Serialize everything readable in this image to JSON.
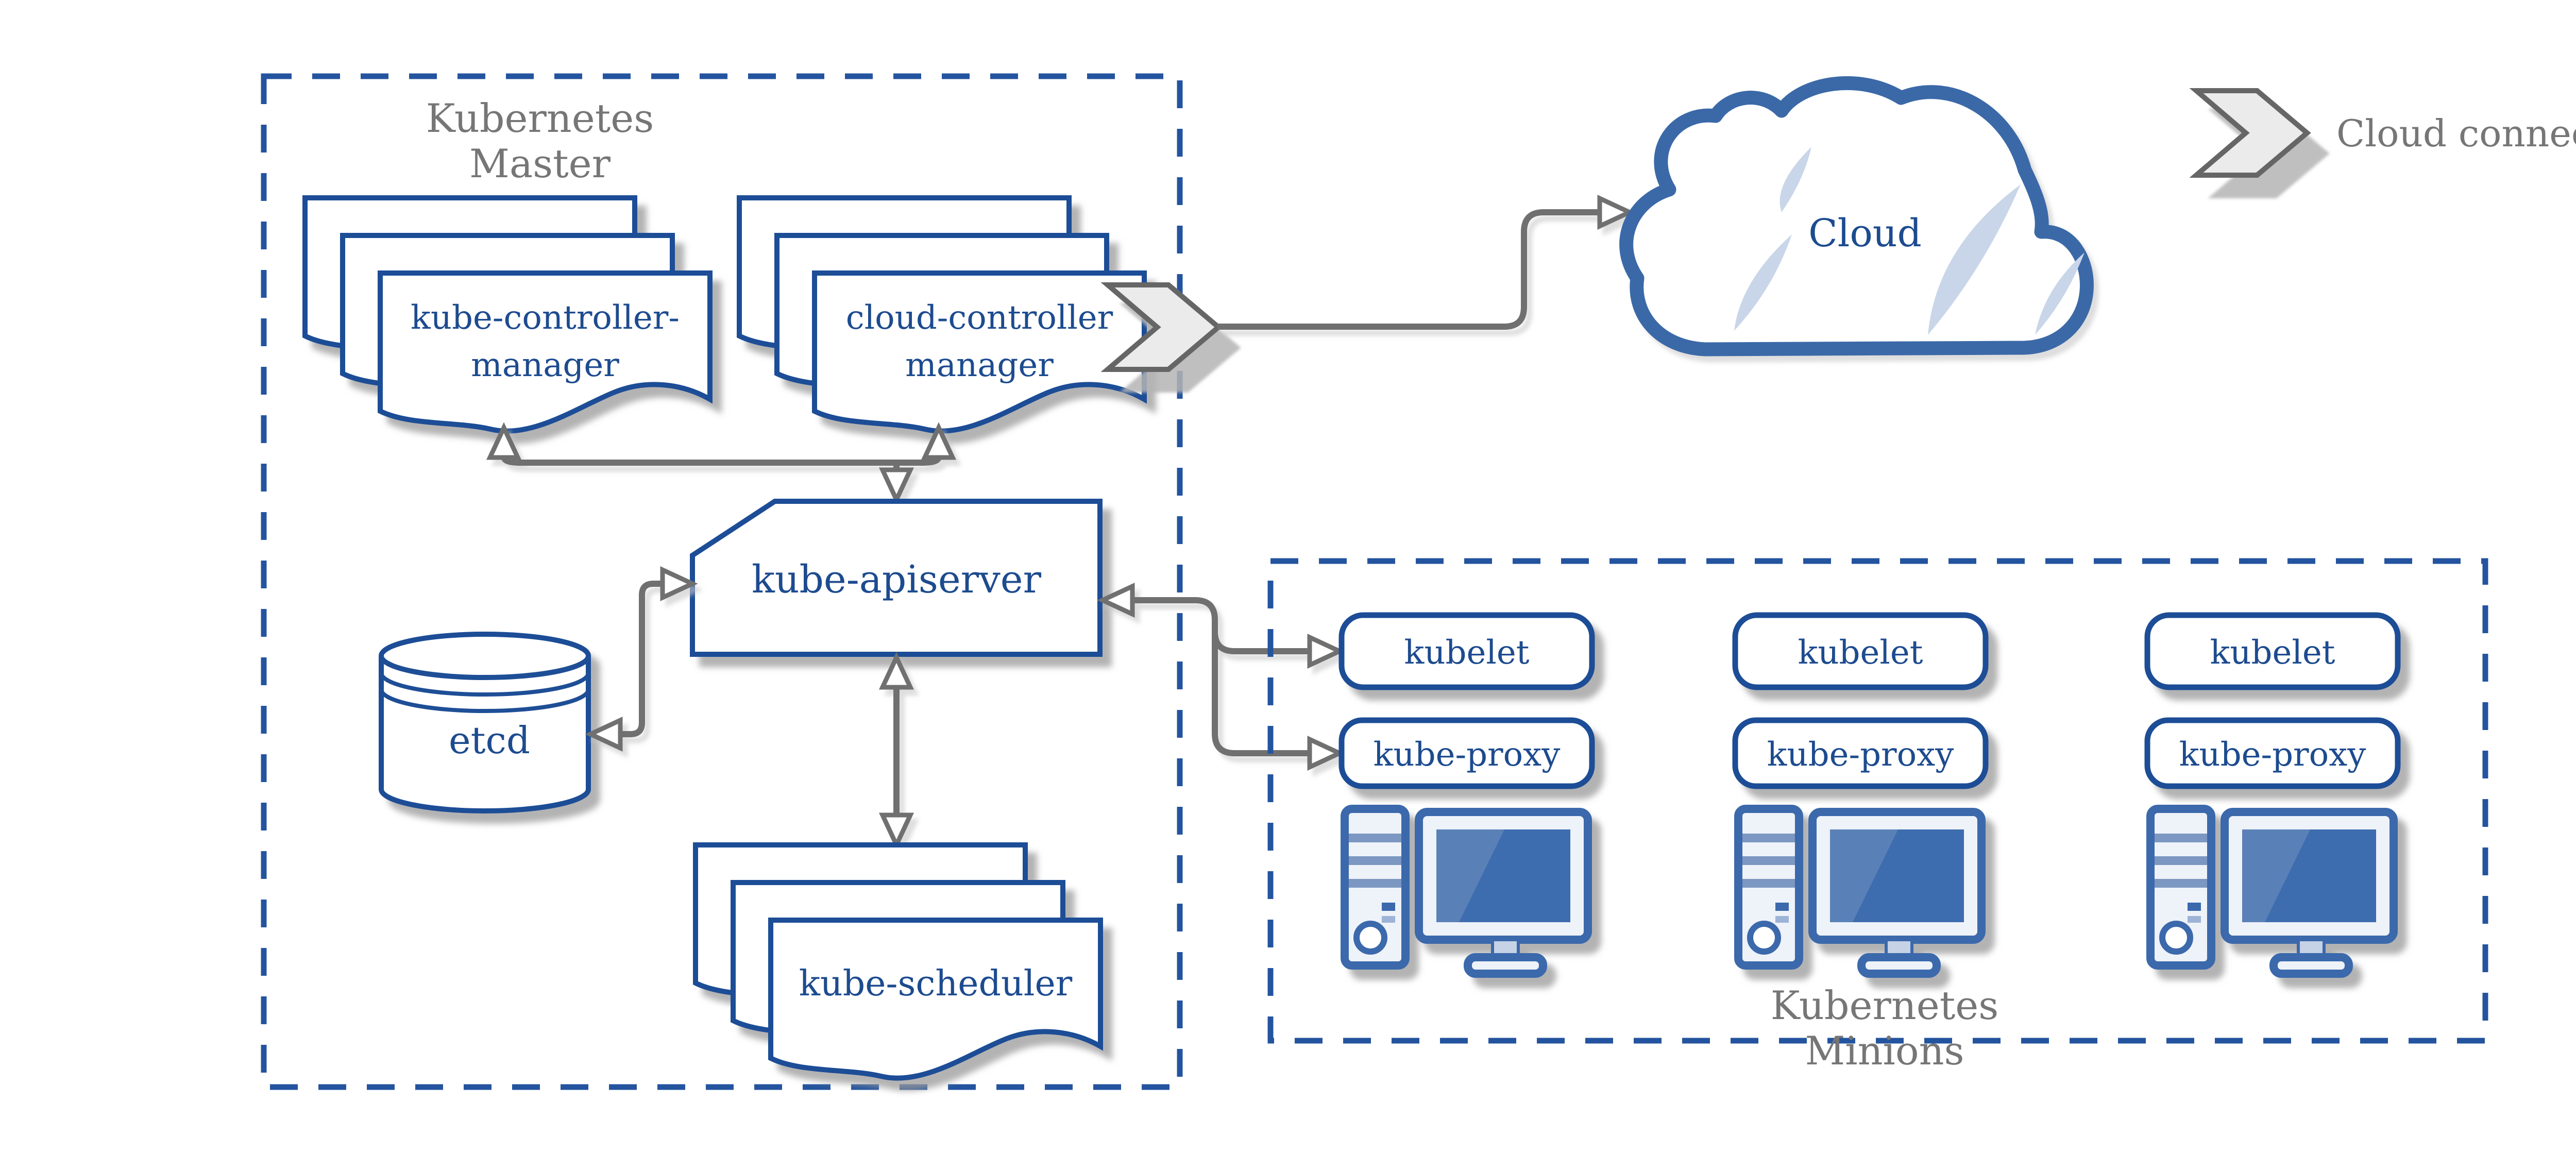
{
  "colors": {
    "shape_stroke_blue": "#1e4e96",
    "text_blue": "#1d4b8f",
    "dashed_border_blue": "#24549f",
    "label_gray": "#767676",
    "arrow_gray": "#6f6f6f",
    "chevron_fill": "#ebebeb",
    "chevron_stroke": "#666666",
    "cloud_stroke": "#3b69a8",
    "cloud_slash_blue": "#c9d6e9",
    "monitor_screen_blue": "#3e6dae",
    "icon_fill_light": "#eef2f9"
  },
  "master": {
    "title_line1": "Kubernetes",
    "title_line2": "Master",
    "kube_controller_manager": {
      "line1": "kube-controller-",
      "line2": "manager"
    },
    "cloud_controller_manager": {
      "line1": "cloud-controller",
      "line2": "manager"
    },
    "kube_apiserver": {
      "label": "kube-apiserver"
    },
    "etcd": {
      "label": "etcd"
    },
    "kube_scheduler": {
      "label": "kube-scheduler"
    }
  },
  "cloud": {
    "label": "Cloud"
  },
  "legend": {
    "icon": "cloud-connector-chevron-icon",
    "label": "Cloud connector"
  },
  "minions": {
    "title_line1": "Kubernetes",
    "title_line2": "Minions",
    "nodes": [
      {
        "kubelet": "kubelet",
        "kube_proxy": "kube-proxy",
        "machine_icon": "desktop-computer-icon"
      },
      {
        "kubelet": "kubelet",
        "kube_proxy": "kube-proxy",
        "machine_icon": "desktop-computer-icon"
      },
      {
        "kubelet": "kubelet",
        "kube_proxy": "kube-proxy",
        "machine_icon": "desktop-computer-icon"
      }
    ]
  }
}
